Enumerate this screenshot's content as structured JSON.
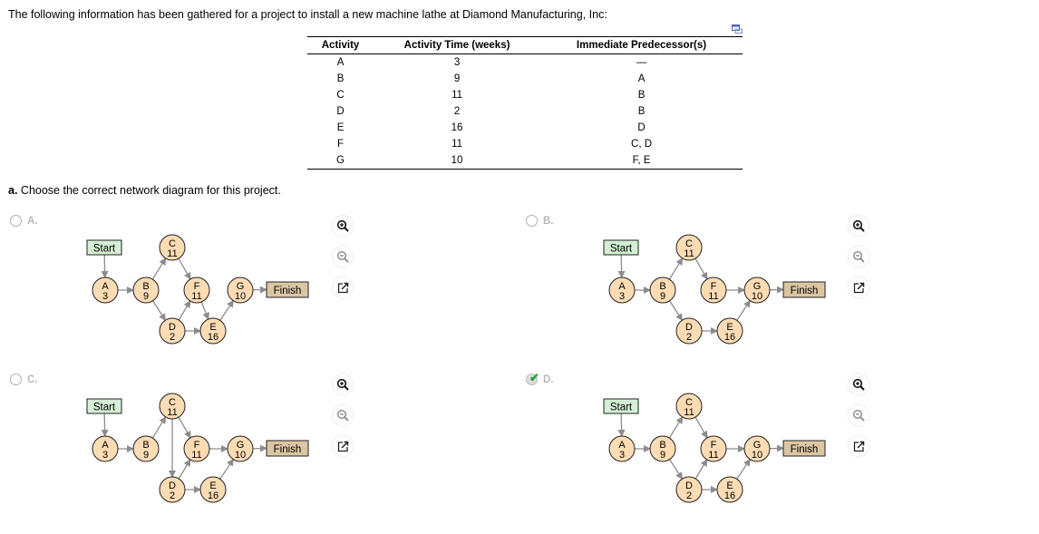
{
  "intro_text": "The following information has been gathered for a project to install a new machine lathe at Diamond Manufacturing, Inc:",
  "table": {
    "headers": [
      "Activity",
      "Activity Time (weeks)",
      "Immediate Predecessor(s)"
    ],
    "rows": [
      [
        "A",
        "3",
        "—"
      ],
      [
        "B",
        "9",
        "A"
      ],
      [
        "C",
        "11",
        "B"
      ],
      [
        "D",
        "2",
        "B"
      ],
      [
        "E",
        "16",
        "D"
      ],
      [
        "F",
        "11",
        "C, D"
      ],
      [
        "G",
        "10",
        "F, E"
      ]
    ]
  },
  "question": {
    "part": "a.",
    "text": " Choose the correct network diagram for this project."
  },
  "options": [
    {
      "label": "A.",
      "selected": false,
      "edges": [
        [
          "Start",
          "A"
        ],
        [
          "A",
          "B"
        ],
        [
          "B",
          "C"
        ],
        [
          "B",
          "D"
        ],
        [
          "C",
          "F"
        ],
        [
          "D",
          "F"
        ],
        [
          "D",
          "E"
        ],
        [
          "F",
          "E"
        ],
        [
          "E",
          "G"
        ],
        [
          "G",
          "Finish"
        ]
      ]
    },
    {
      "label": "B.",
      "selected": false,
      "edges": [
        [
          "Start",
          "A"
        ],
        [
          "A",
          "B"
        ],
        [
          "B",
          "C"
        ],
        [
          "B",
          "D"
        ],
        [
          "C",
          "F"
        ],
        [
          "F",
          "G"
        ],
        [
          "D",
          "E"
        ],
        [
          "E",
          "G"
        ],
        [
          "G",
          "Finish"
        ]
      ]
    },
    {
      "label": "C.",
      "selected": false,
      "edges": [
        [
          "Start",
          "A"
        ],
        [
          "A",
          "B"
        ],
        [
          "B",
          "C"
        ],
        [
          "C",
          "D"
        ],
        [
          "C",
          "F"
        ],
        [
          "D",
          "F"
        ],
        [
          "D",
          "E"
        ],
        [
          "F",
          "G"
        ],
        [
          "E",
          "G"
        ],
        [
          "G",
          "Finish"
        ]
      ]
    },
    {
      "label": "D.",
      "selected": true,
      "edges": [
        [
          "Start",
          "A"
        ],
        [
          "A",
          "B"
        ],
        [
          "B",
          "C"
        ],
        [
          "B",
          "D"
        ],
        [
          "C",
          "F"
        ],
        [
          "D",
          "F"
        ],
        [
          "D",
          "E"
        ],
        [
          "F",
          "G"
        ],
        [
          "E",
          "G"
        ],
        [
          "G",
          "Finish"
        ]
      ]
    }
  ],
  "nodes": {
    "A": {
      "label": "A",
      "time": "3"
    },
    "B": {
      "label": "B",
      "time": "9"
    },
    "C": {
      "label": "C",
      "time": "11"
    },
    "D": {
      "label": "D",
      "time": "2"
    },
    "E": {
      "label": "E",
      "time": "16"
    },
    "F": {
      "label": "F",
      "time": "11"
    },
    "G": {
      "label": "G",
      "time": "10"
    }
  },
  "start_label": "Start",
  "finish_label": "Finish",
  "tools": [
    "zoom-in",
    "zoom-out",
    "open-in-new-window"
  ],
  "colors": {
    "node_fill": "#fddcb4",
    "start_fill": "#d4efd4",
    "finish_fill": "#dcc6a2",
    "edge": "#8c8c8c",
    "check": "#1ea533"
  }
}
